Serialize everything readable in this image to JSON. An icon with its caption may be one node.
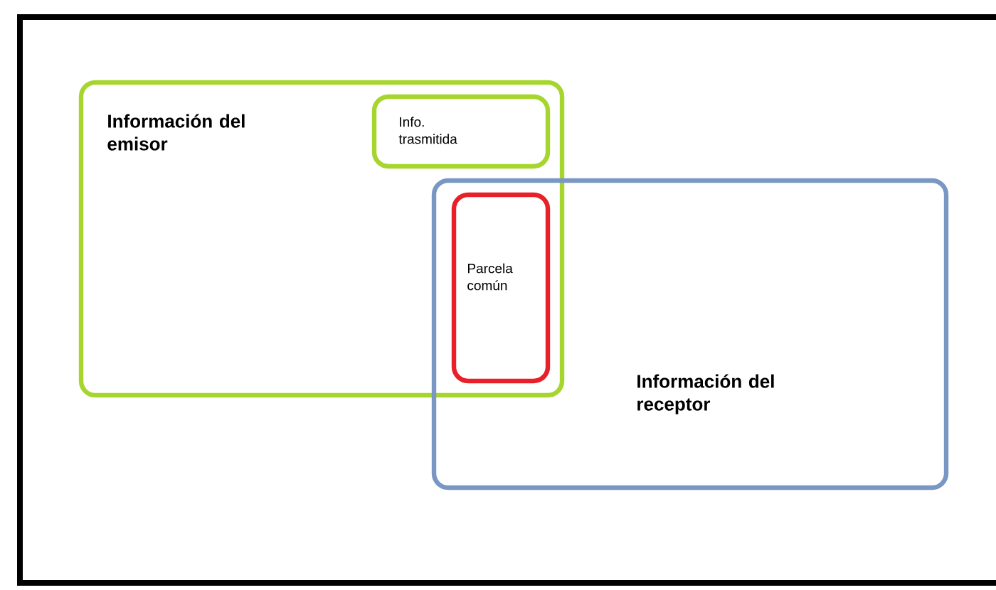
{
  "diagram": {
    "nodes": [
      {
        "text": [
          "Información del emisor"
        ]
      },
      {
        "text": [
          "Info. trasmitida"
        ],
        "in": 0
      },
      {
        "text": [
          "Información del receptor"
        ]
      },
      {
        "text": [
          "Parcela común"
        ]
      }
    ]
  }
}
